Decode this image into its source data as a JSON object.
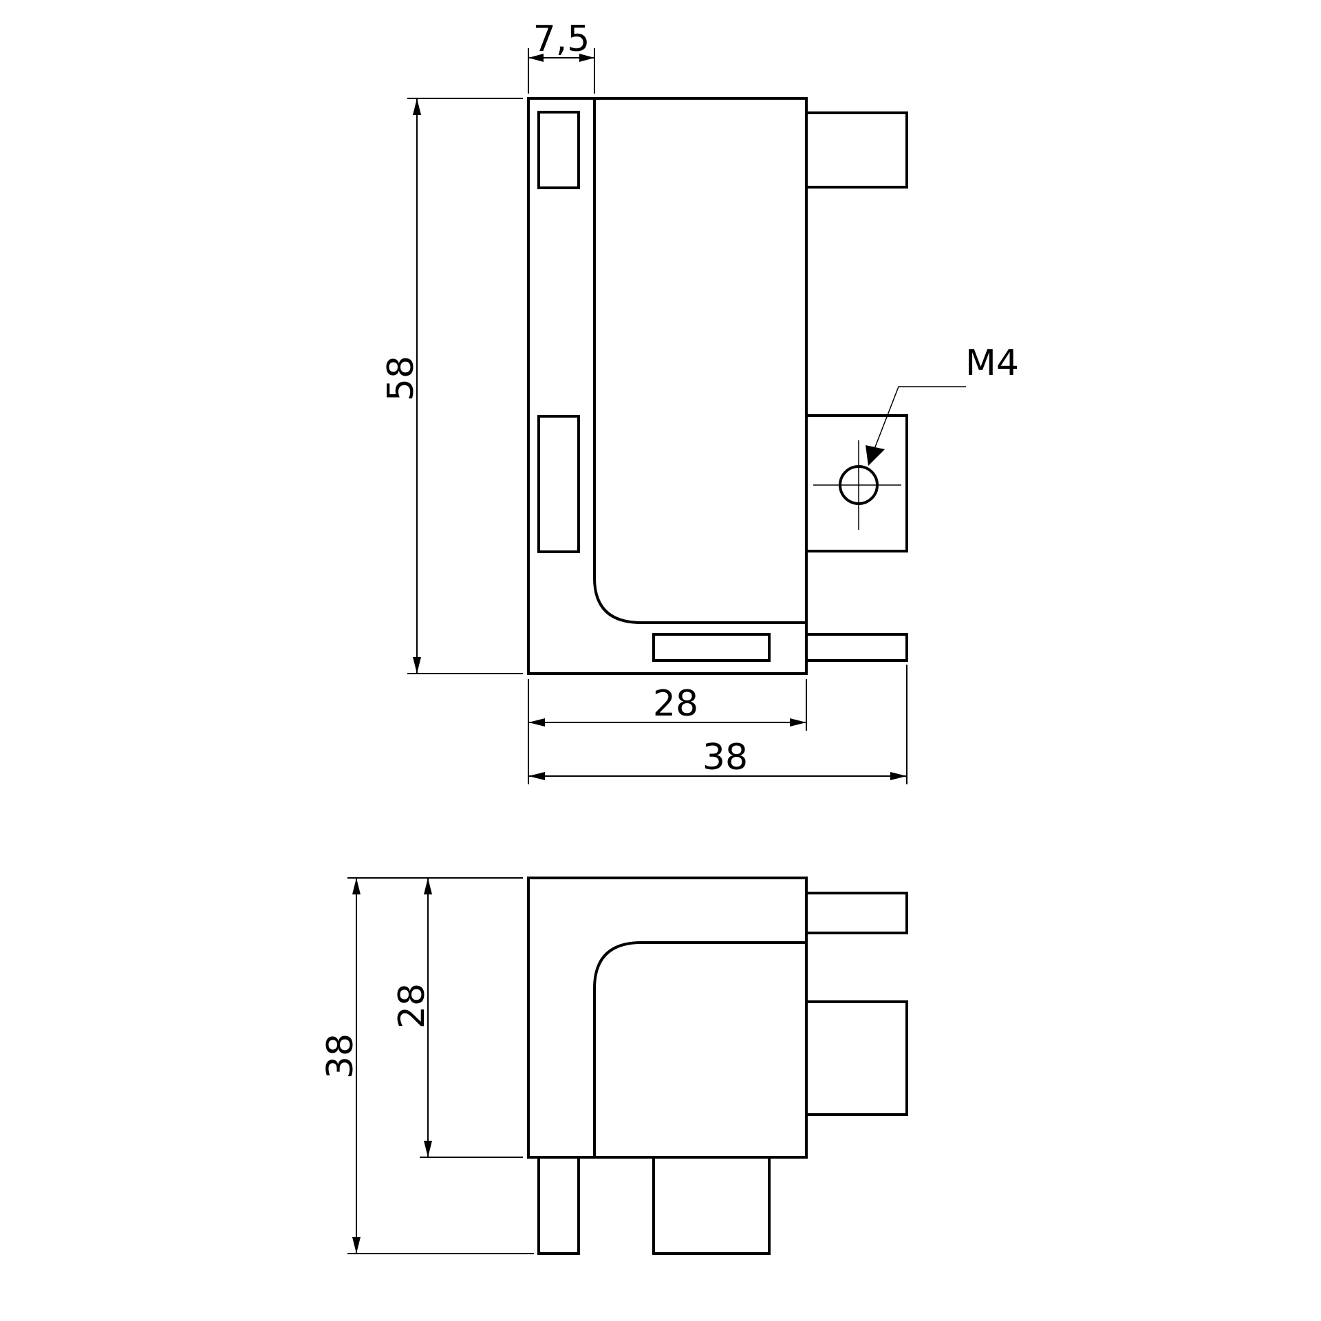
{
  "dimensions": {
    "top_lip_width": "7,5",
    "top_height": "58",
    "top_body_width": "28",
    "top_total_width": "38",
    "thread_callout": "M4",
    "bottom_body_height": "28",
    "bottom_total_height": "38"
  },
  "colors": {
    "line": "#000000",
    "background": "#ffffff"
  }
}
